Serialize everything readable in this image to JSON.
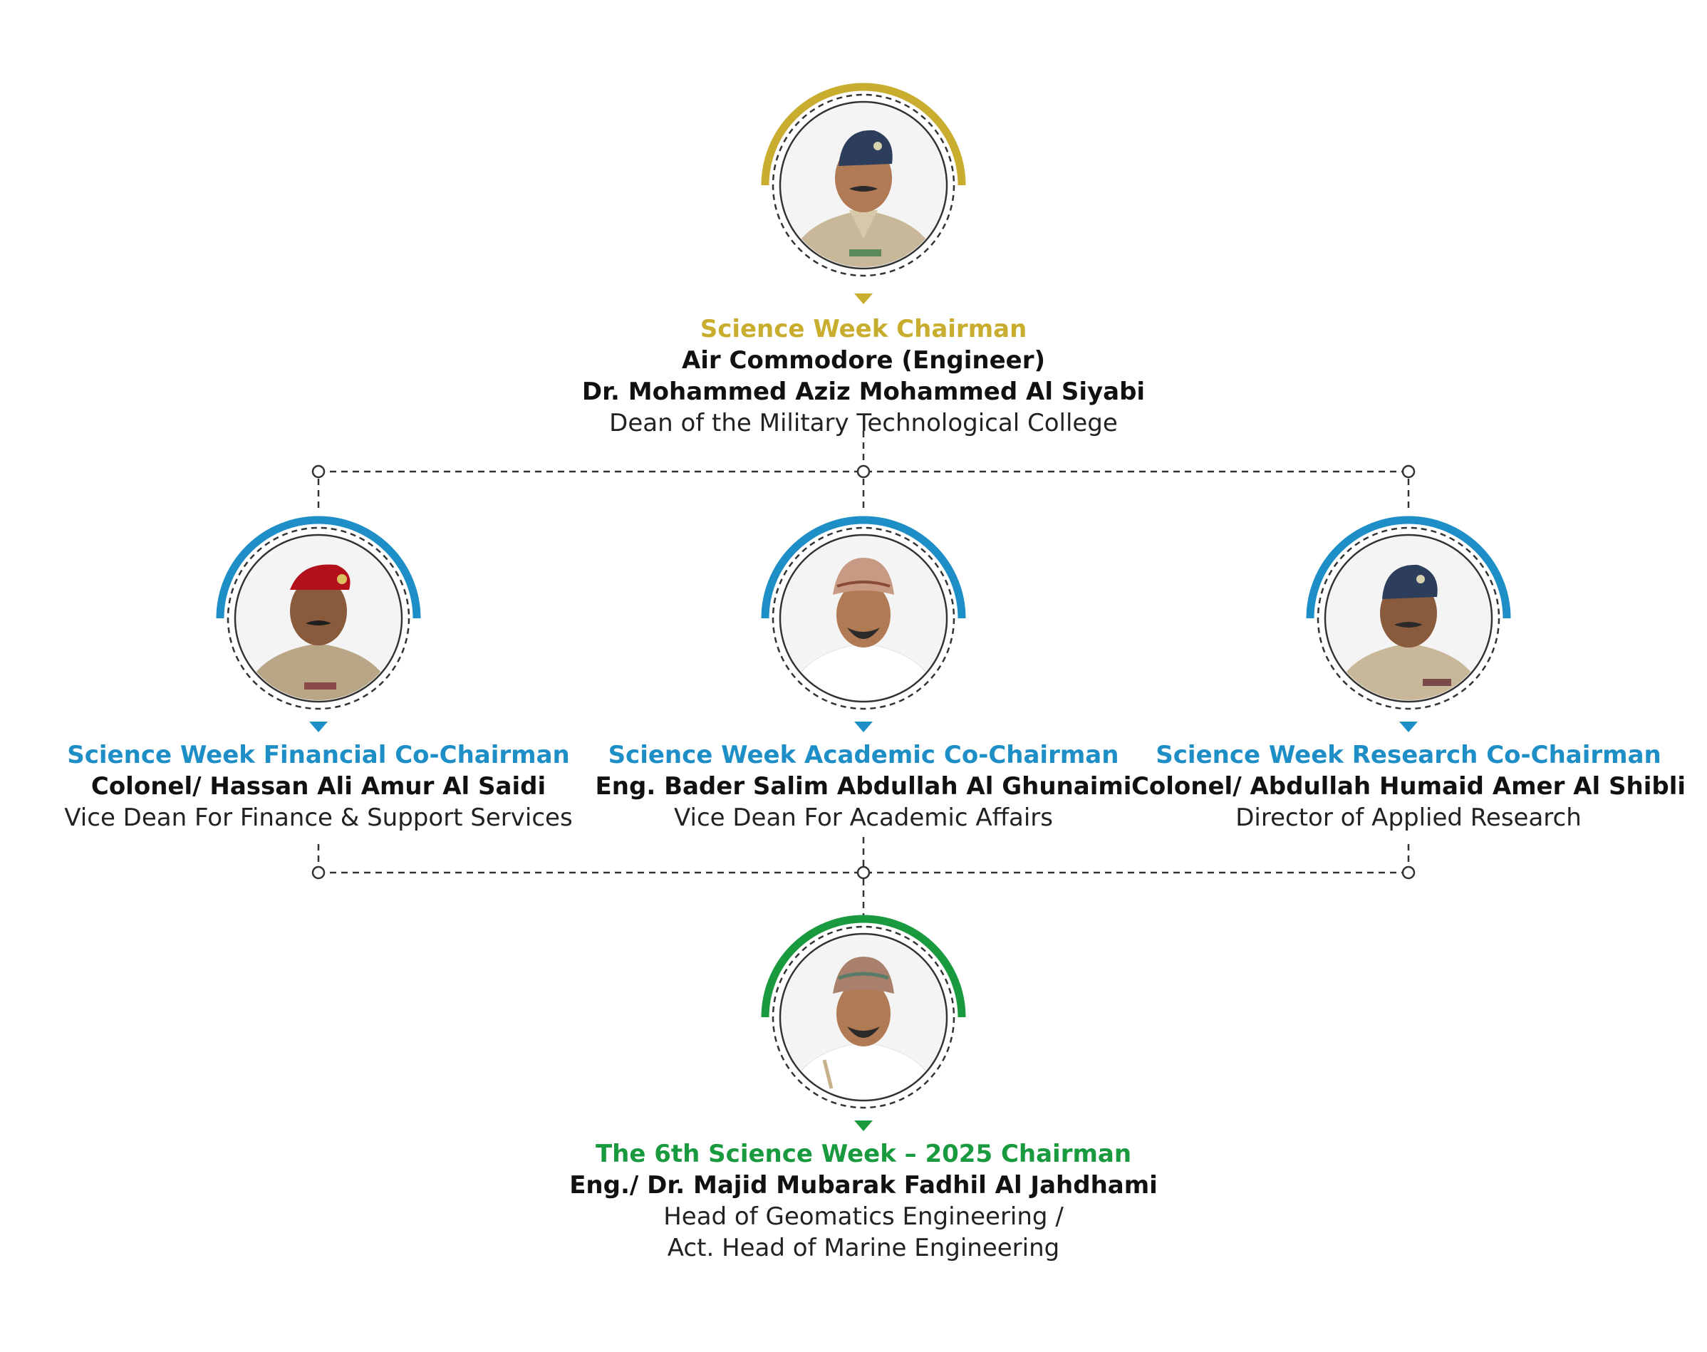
{
  "colors": {
    "chairman": "#c8ad2e",
    "cochair": "#1e8ec7",
    "event_chair": "#1a9a3f",
    "connector": "#333333"
  },
  "chairman": {
    "role": "Science Week Chairman",
    "name_line1": "Air Commodore (Engineer)",
    "name_line2": "Dr. Mohammed Aziz Mohammed Al Siyabi",
    "title": "Dean of the Military Technological College",
    "photo_icon": "air-force-officer-portrait"
  },
  "cochairs": [
    {
      "role": "Science Week Financial Co-Chairman",
      "name": "Colonel/ Hassan Ali Amur Al Saidi",
      "title": "Vice Dean For Finance & Support Services",
      "photo_icon": "army-officer-portrait"
    },
    {
      "role": "Science Week Academic Co-Chairman",
      "name": "Eng. Bader Salim Abdullah Al Ghunaimi",
      "title": "Vice Dean For Academic Affairs",
      "photo_icon": "civilian-turban-portrait"
    },
    {
      "role": "Science Week Research Co-Chairman",
      "name": "Colonel/ Abdullah Humaid Amer Al Shibli",
      "title": "Director of Applied Research",
      "photo_icon": "air-force-officer-portrait"
    }
  ],
  "event_chair": {
    "role": "The 6th Science Week – 2025 Chairman",
    "name": "Eng./ Dr. Majid Mubarak Fadhil Al Jahdhami",
    "title_line1": "Head of Geomatics Engineering /",
    "title_line2": "Act. Head of Marine Engineering",
    "photo_icon": "civilian-turban-portrait"
  }
}
